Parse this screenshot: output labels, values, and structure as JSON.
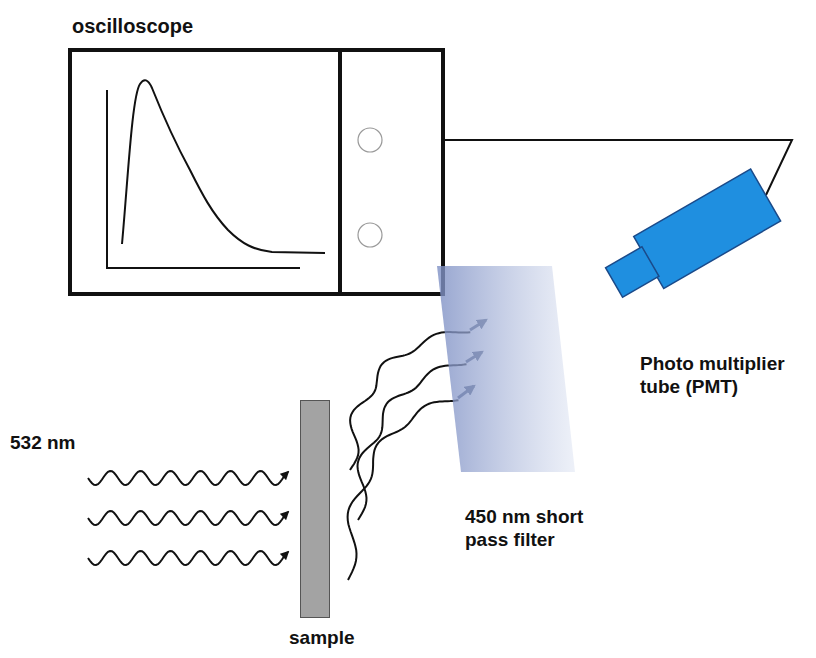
{
  "diagram": {
    "nodes": [
      {
        "text": [
          "oscilloscope"
        ]
      },
      {
        "text": [
          "Photo multiplier tube (PMT)"
        ]
      },
      {
        "text": [
          "450 nm short pass filter"
        ]
      },
      {
        "text": [
          "sample"
        ]
      }
    ],
    "edges": [
      {
        "from": 0,
        "to": 1,
        "arrow": "none"
      }
    ],
    "labels": [
      "532 nm"
    ]
  }
}
